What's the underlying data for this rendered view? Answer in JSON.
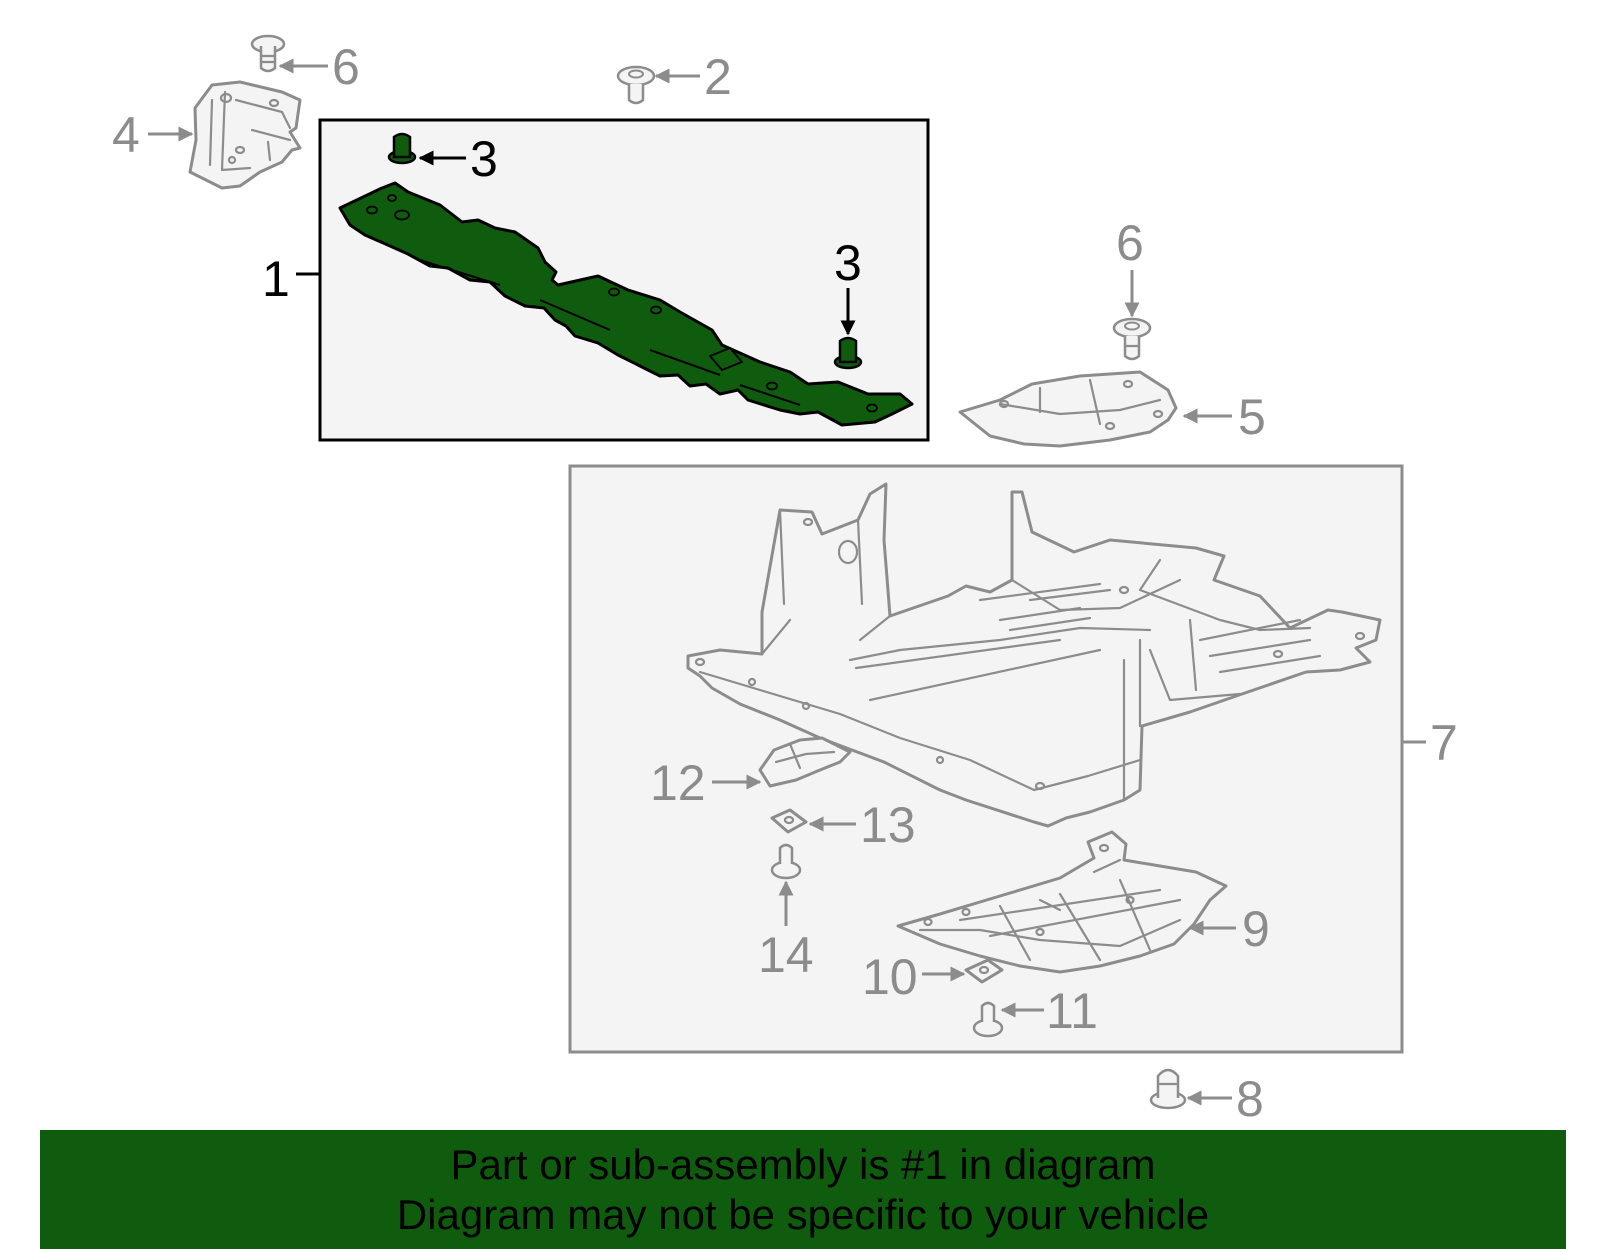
{
  "callouts": {
    "c1": "1",
    "c2": "2",
    "c3a": "3",
    "c3b": "3",
    "c4": "4",
    "c5": "5",
    "c6a": "6",
    "c6b": "6",
    "c7": "7",
    "c8": "8",
    "c9": "9",
    "c10": "10",
    "c11": "11",
    "c12": "12",
    "c13": "13",
    "c14": "14"
  },
  "banner": {
    "line1": "Part or sub-assembly is #1 in diagram",
    "line2": "Diagram may not be specific to your vehicle"
  },
  "colors": {
    "highlight": "#0f5c0f",
    "line_grey": "#8c8c8c",
    "panel_fill": "#f4f4f4"
  },
  "icons": [
    "clip-fastener-icon",
    "push-rivet-icon",
    "bracket-icon",
    "splash-shield-icon",
    "undercover-icon",
    "clip-nut-icon"
  ]
}
